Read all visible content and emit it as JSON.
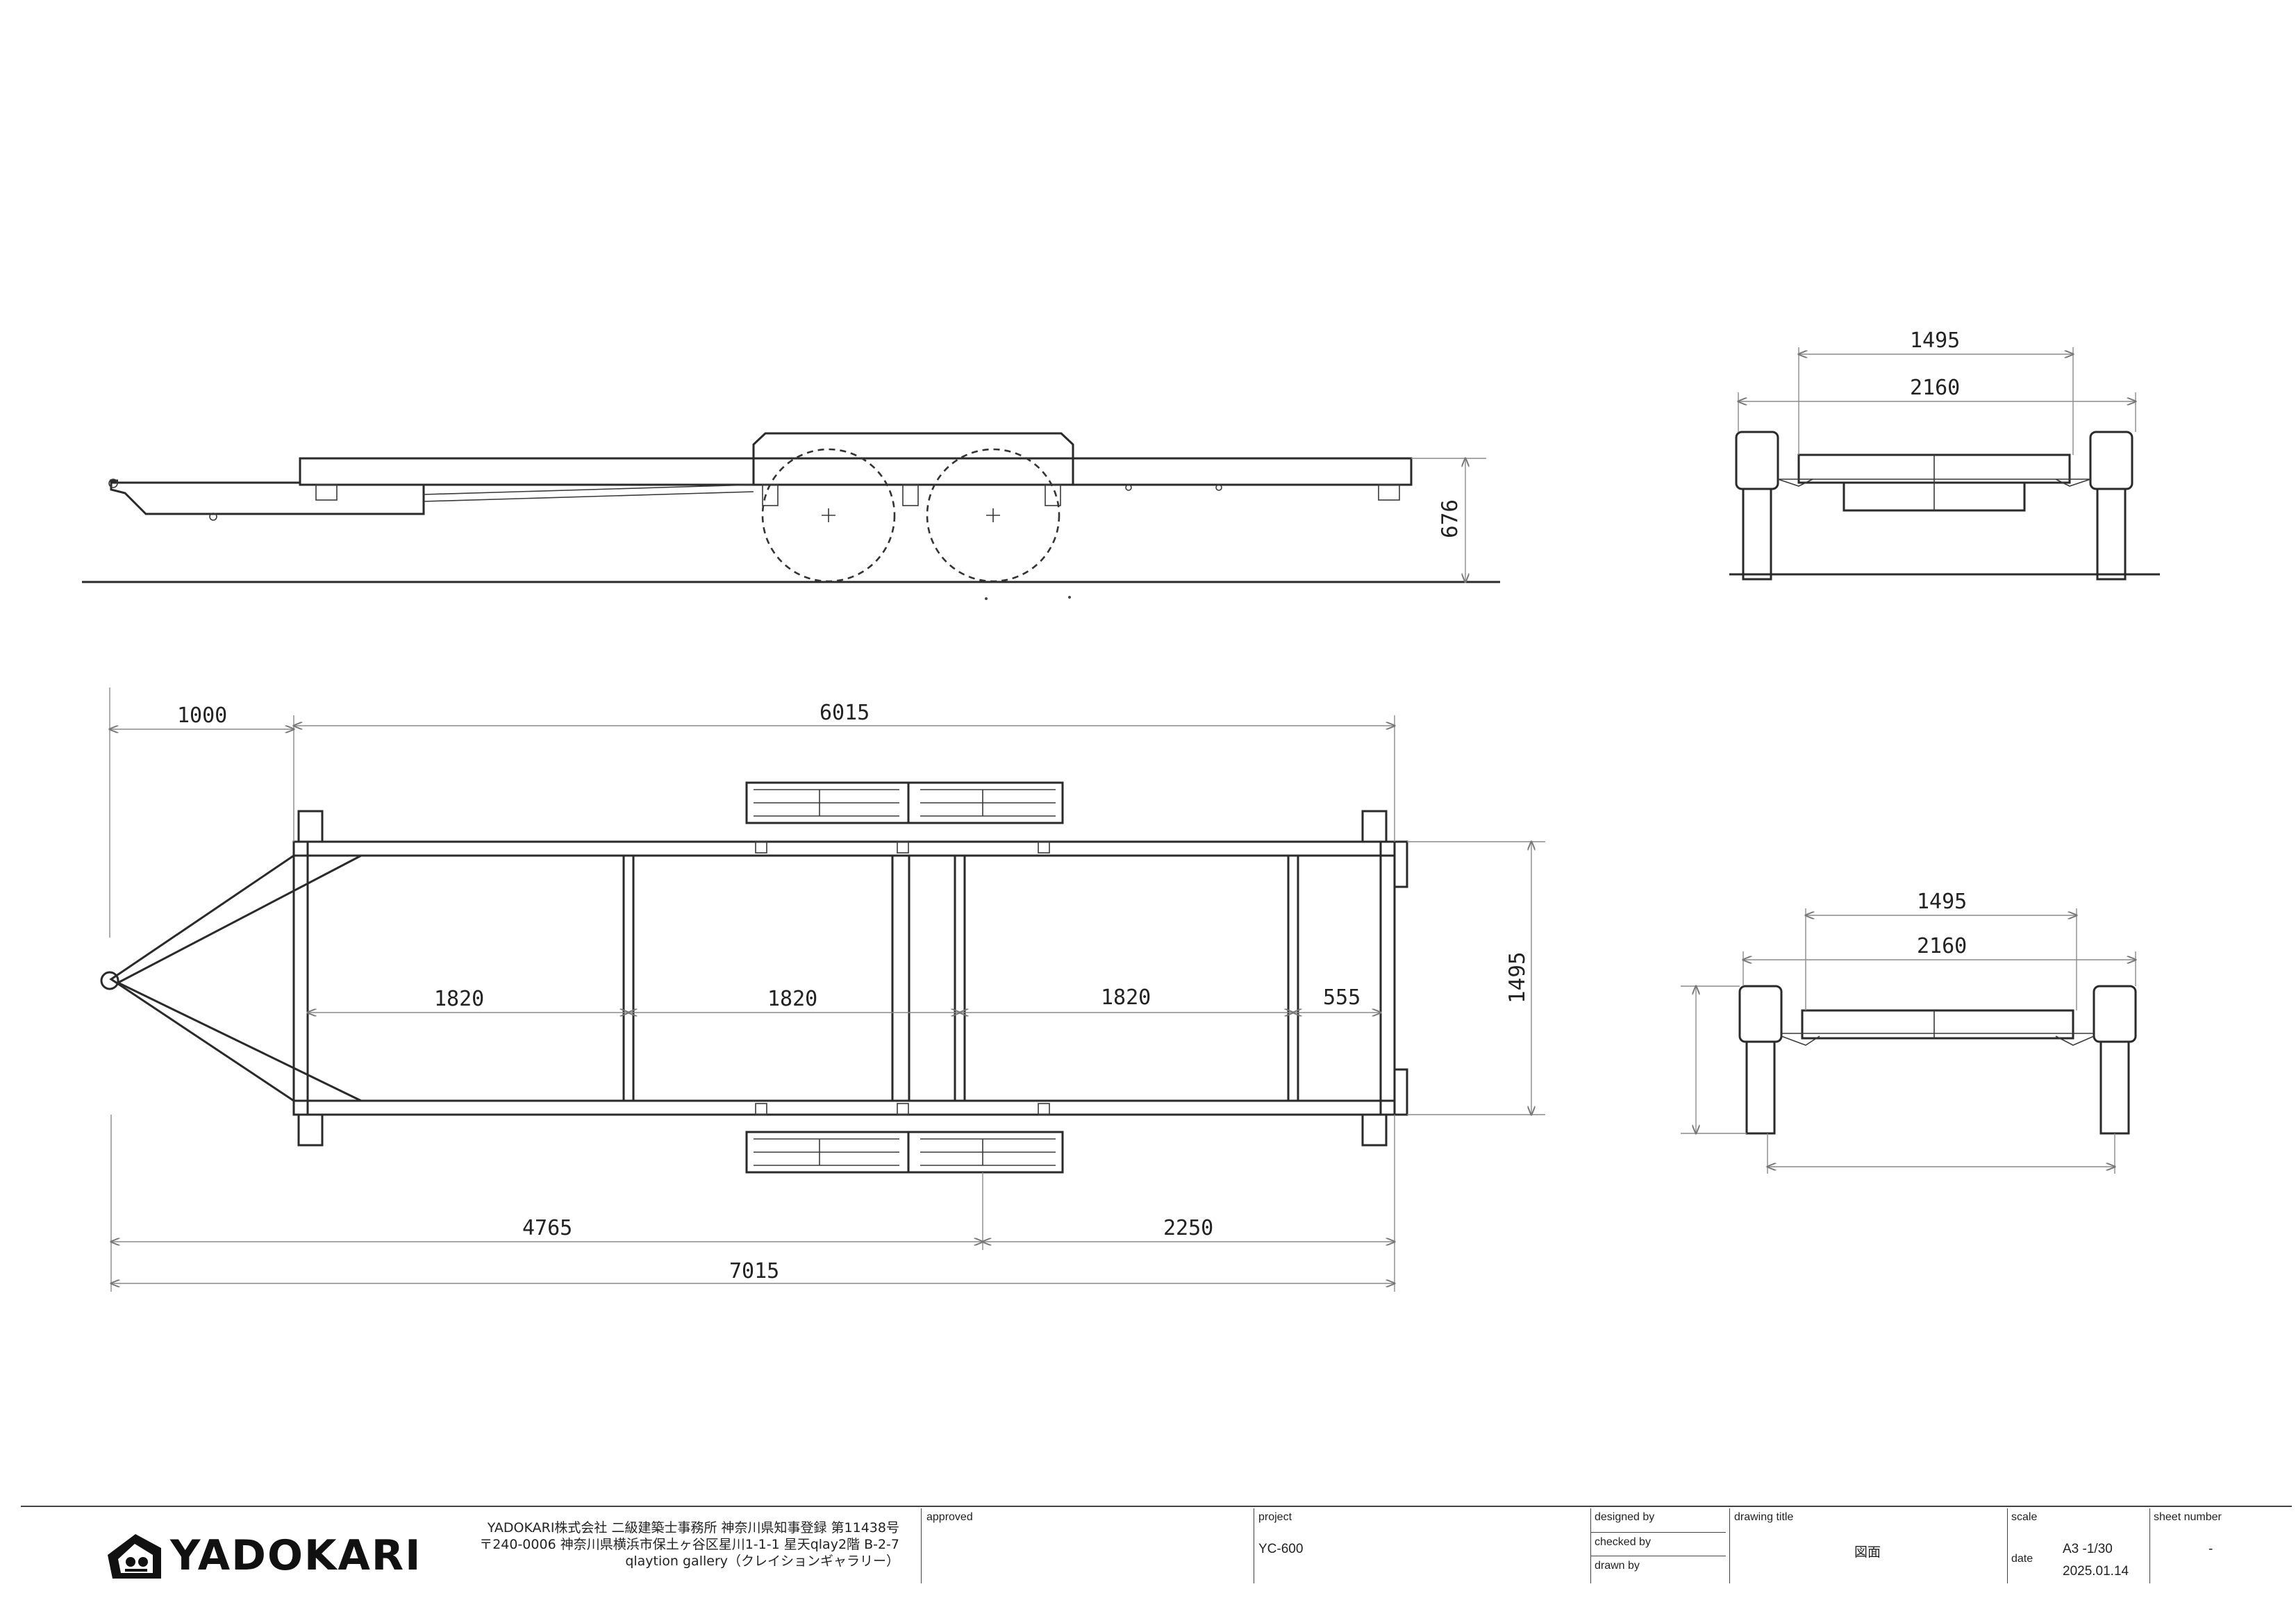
{
  "side_view": {
    "height_dim": "676"
  },
  "front_view": {
    "width_inner": "1495",
    "width_outer": "2160"
  },
  "rear_view": {
    "width_inner": "1495",
    "width_outer": "2160"
  },
  "top_view": {
    "tongue_length": "1000",
    "frame_length": "6015",
    "bay_1": "1820",
    "bay_2": "1820",
    "bay_3": "1820",
    "rear_overhang": "555",
    "frame_width": "1495",
    "front_to_axle": "4765",
    "axle_to_rear": "2250",
    "overall_length": "7015"
  },
  "title_block": {
    "logo_text": "YADOKARI",
    "company_line1": "YADOKARI株式会社 二級建築士事務所 神奈川県知事登録 第11438号",
    "company_line2": "〒240-0006 神奈川県横浜市保土ヶ谷区星川1-1-1 星天qlay2階 B-2-7",
    "company_line3": "qlaytion gallery（クレイションギャラリー）",
    "approved_label": "approved",
    "project_label": "project",
    "project_value": "YC-600",
    "designed_by_label": "designed by",
    "checked_by_label": "checked by",
    "drawn_by_label": "drawn by",
    "drawing_title_label": "drawing title",
    "drawing_title_value": "図面",
    "scale_label": "scale",
    "scale_value": "A3 -1/30",
    "date_label": "date",
    "date_value": "2025.01.14",
    "sheet_number_label": "sheet number",
    "sheet_number_value": "-"
  }
}
